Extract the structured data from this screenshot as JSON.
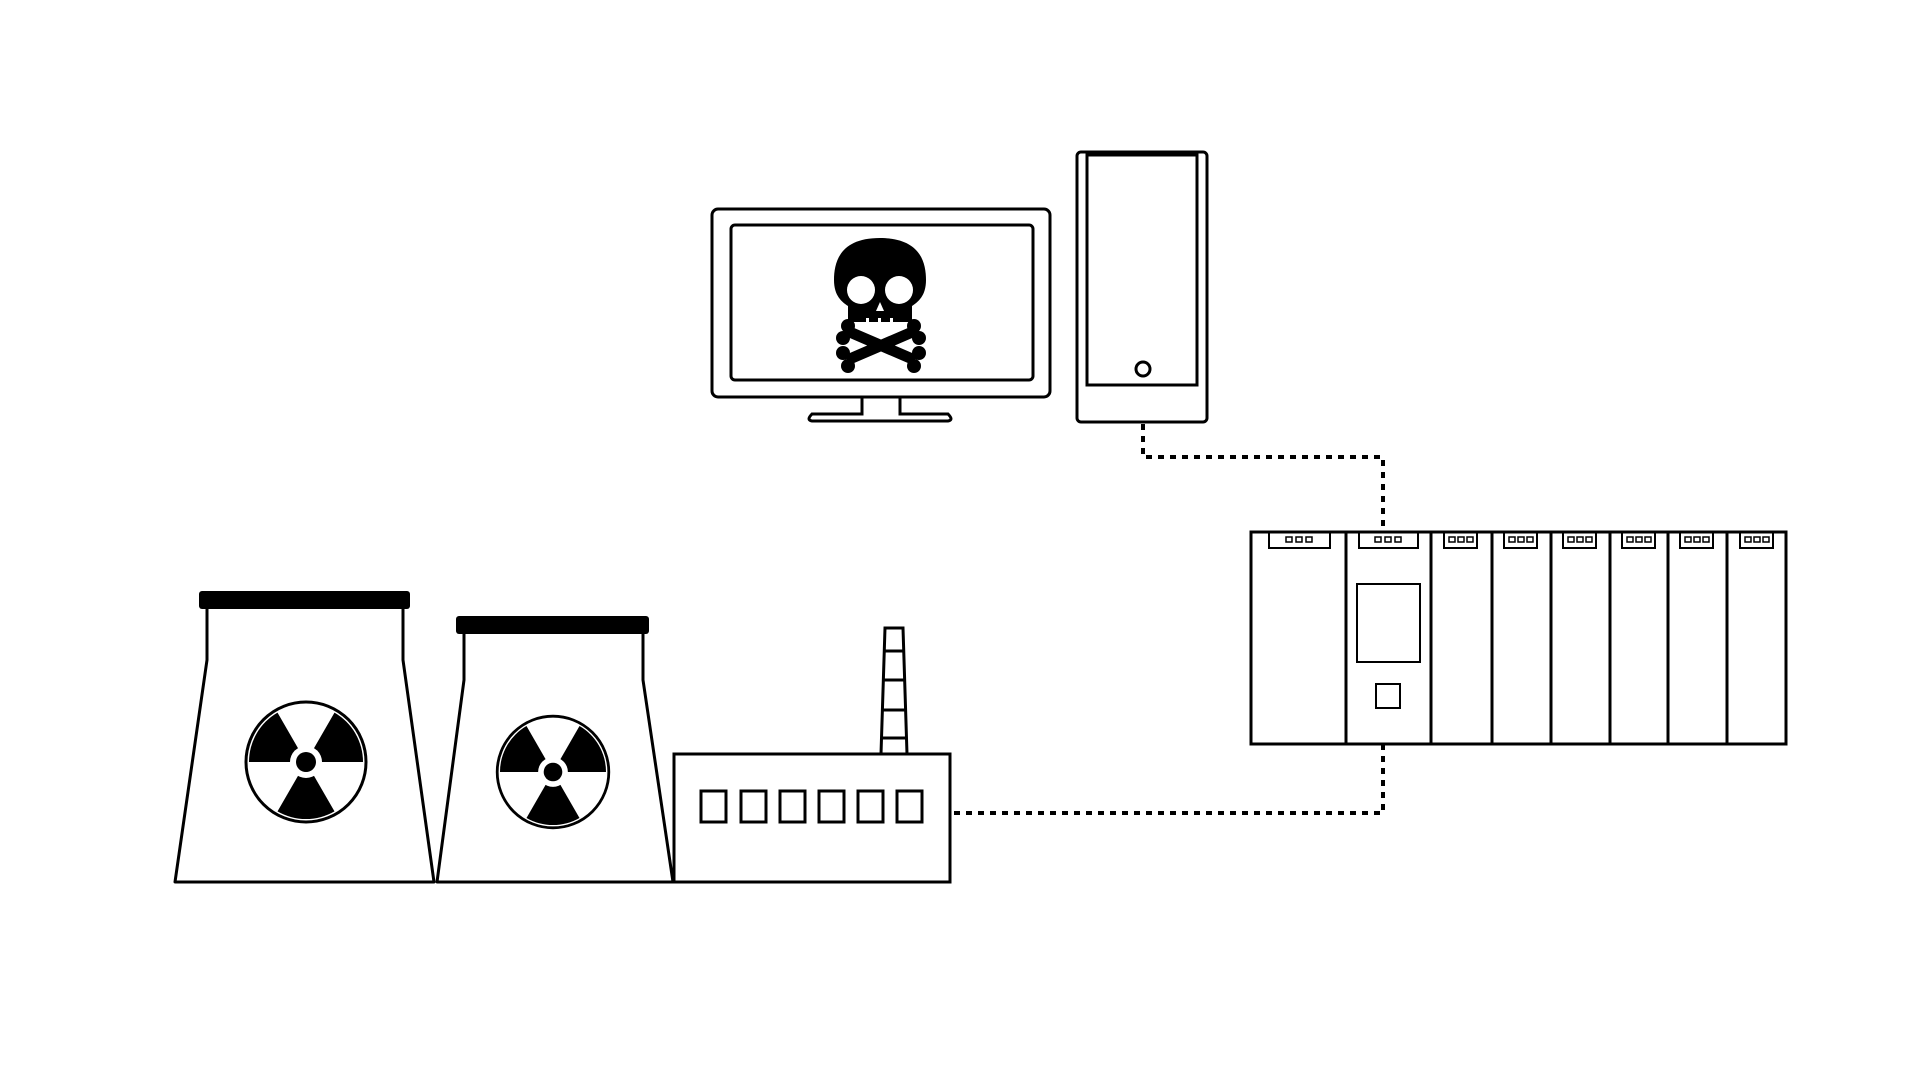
{
  "colors": {
    "stroke": "#000000",
    "background": "#ffffff"
  },
  "nodes": [
    {
      "name": "infected-computer-monitor",
      "icon": "skull-crossbones-icon"
    },
    {
      "name": "computer-tower",
      "icon": "tower-pc-icon"
    },
    {
      "name": "plc-rack",
      "icon": "plc-controller-icon",
      "module_count": 8
    },
    {
      "name": "nuclear-cooling-tower-1",
      "icon": "radiation-icon"
    },
    {
      "name": "nuclear-cooling-tower-2",
      "icon": "radiation-icon"
    },
    {
      "name": "power-plant-building",
      "icon": "factory-icon",
      "window_count": 6
    }
  ],
  "connections": [
    {
      "from": "computer-tower",
      "to": "plc-rack",
      "style": "dotted"
    },
    {
      "from": "plc-rack",
      "to": "power-plant-building",
      "style": "dotted"
    }
  ]
}
